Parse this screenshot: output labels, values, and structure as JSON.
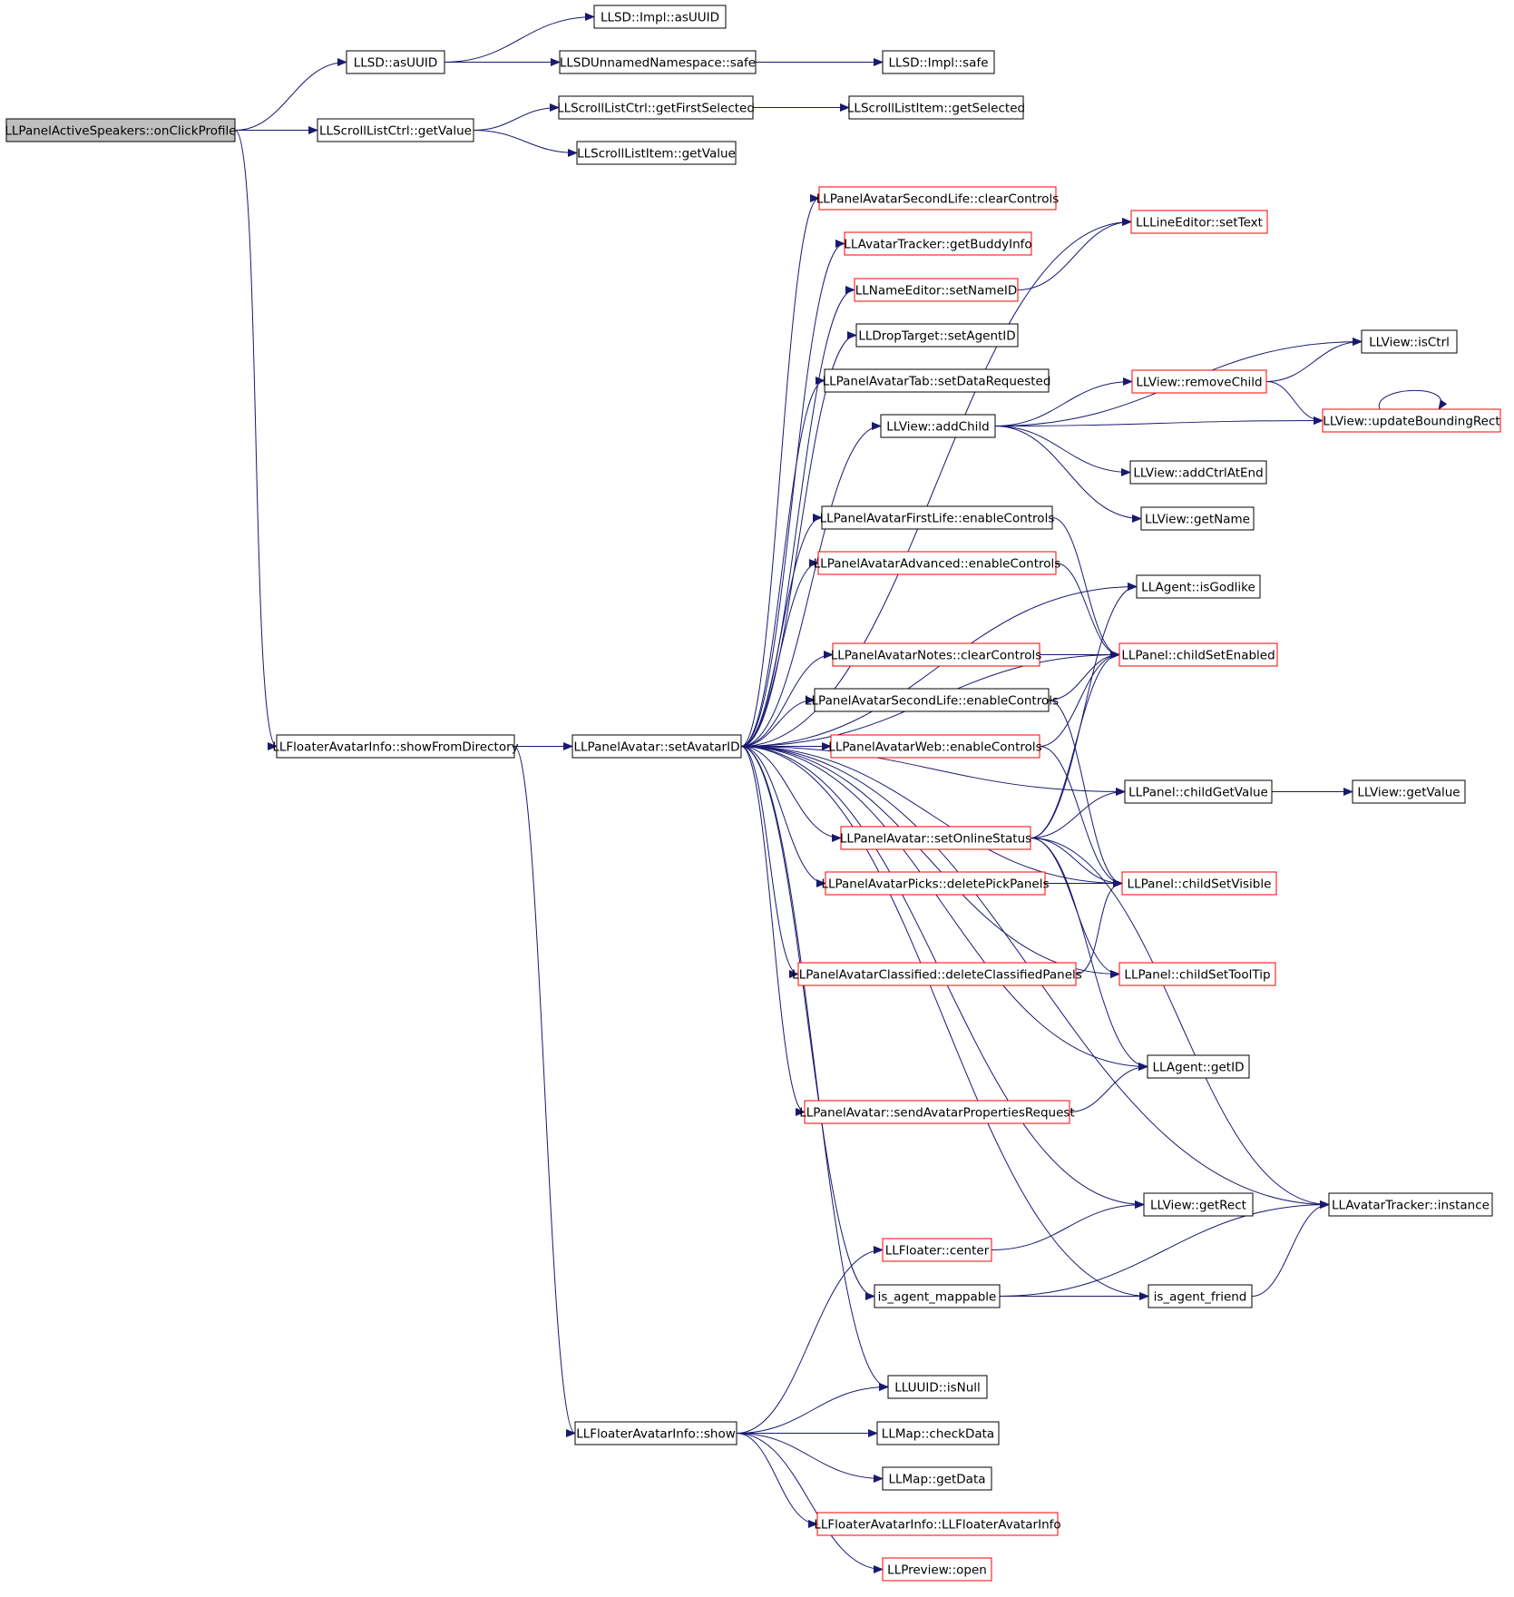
{
  "colors": {
    "edge": "#191970",
    "root_fill": "#bfbfbf",
    "plain_border": "#000000",
    "truncated_border": "#ff0000",
    "background": "#ffffff"
  },
  "nodes": {
    "root": {
      "label": "LLPanelActiveSpeakers::onClickProfile",
      "style": "root"
    },
    "asUUID": {
      "label": "LLSD::asUUID",
      "style": "plain"
    },
    "implAsUUID": {
      "label": "LLSD::Impl::asUUID",
      "style": "plain"
    },
    "unnamedSafe": {
      "label": "LLSDUnnamedNamespace::safe",
      "style": "plain"
    },
    "implSafe": {
      "label": "LLSD::Impl::safe",
      "style": "plain"
    },
    "scrollGetValue": {
      "label": "LLScrollListCtrl::getValue",
      "style": "plain"
    },
    "getFirstSelected": {
      "label": "LLScrollListCtrl::getFirstSelected",
      "style": "plain"
    },
    "itemGetSelected": {
      "label": "LLScrollListItem::getSelected",
      "style": "plain"
    },
    "itemGetValue": {
      "label": "LLScrollListItem::getValue",
      "style": "plain"
    },
    "showFromDirectory": {
      "label": "LLFloaterAvatarInfo::showFromDirectory",
      "style": "plain"
    },
    "setAvatarID": {
      "label": "LLPanelAvatar::setAvatarID",
      "style": "plain"
    },
    "slClearControls": {
      "label": "LLPanelAvatarSecondLife::clearControls",
      "style": "truncated"
    },
    "getBuddyInfo": {
      "label": "LLAvatarTracker::getBuddyInfo",
      "style": "truncated"
    },
    "setNameID": {
      "label": "LLNameEditor::setNameID",
      "style": "truncated"
    },
    "setAgentID": {
      "label": "LLDropTarget::setAgentID",
      "style": "plain"
    },
    "setDataRequested": {
      "label": "LLPanelAvatarTab::setDataRequested",
      "style": "plain"
    },
    "addChild": {
      "label": "LLView::addChild",
      "style": "plain"
    },
    "flEnableControls": {
      "label": "LLPanelAvatarFirstLife::enableControls",
      "style": "plain"
    },
    "advEnableControls": {
      "label": "LLPanelAvatarAdvanced::enableControls",
      "style": "truncated"
    },
    "notesClearControls": {
      "label": "LLPanelAvatarNotes::clearControls",
      "style": "truncated"
    },
    "slEnableControls": {
      "label": "LLPanelAvatarSecondLife::enableControls",
      "style": "plain"
    },
    "webEnableControls": {
      "label": "LLPanelAvatarWeb::enableControls",
      "style": "truncated"
    },
    "setOnlineStatus": {
      "label": "LLPanelAvatar::setOnlineStatus",
      "style": "truncated"
    },
    "deletePickPanels": {
      "label": "LLPanelAvatarPicks::deletePickPanels",
      "style": "truncated"
    },
    "deleteClassifiedPanels": {
      "label": "LLPanelAvatarClassified::deleteClassifiedPanels",
      "style": "truncated"
    },
    "sendAvatarPropertiesRequest": {
      "label": "LLPanelAvatar::sendAvatarPropertiesRequest",
      "style": "truncated"
    },
    "floaterCenter": {
      "label": "LLFloater::center",
      "style": "truncated"
    },
    "isAgentMappable": {
      "label": "is_agent_mappable",
      "style": "plain"
    },
    "uuidIsNull": {
      "label": "LLUUID::isNull",
      "style": "plain"
    },
    "floaterShow": {
      "label": "LLFloaterAvatarInfo::show",
      "style": "plain"
    },
    "mapCheckData": {
      "label": "LLMap::checkData",
      "style": "plain"
    },
    "mapGetData": {
      "label": "LLMap::getData",
      "style": "plain"
    },
    "floaterCtor": {
      "label": "LLFloaterAvatarInfo::LLFloaterAvatarInfo",
      "style": "truncated"
    },
    "previewOpen": {
      "label": "LLPreview::open",
      "style": "truncated"
    },
    "lineSetText": {
      "label": "LLLineEditor::setText",
      "style": "truncated"
    },
    "viewIsCtrl": {
      "label": "LLView::isCtrl",
      "style": "plain"
    },
    "removeChild": {
      "label": "LLView::removeChild",
      "style": "truncated"
    },
    "updateBoundingRect": {
      "label": "LLView::updateBoundingRect",
      "style": "truncated"
    },
    "addCtrlAtEnd": {
      "label": "LLView::addCtrlAtEnd",
      "style": "plain"
    },
    "viewGetName": {
      "label": "LLView::getName",
      "style": "plain"
    },
    "isGodlike": {
      "label": "LLAgent::isGodlike",
      "style": "plain"
    },
    "childSetEnabled": {
      "label": "LLPanel::childSetEnabled",
      "style": "truncated"
    },
    "childGetValue": {
      "label": "LLPanel::childGetValue",
      "style": "plain"
    },
    "viewGetValue": {
      "label": "LLView::getValue",
      "style": "plain"
    },
    "childSetVisible": {
      "label": "LLPanel::childSetVisible",
      "style": "truncated"
    },
    "childSetToolTip": {
      "label": "LLPanel::childSetToolTip",
      "style": "truncated"
    },
    "agentGetID": {
      "label": "LLAgent::getID",
      "style": "plain"
    },
    "viewGetRect": {
      "label": "LLView::getRect",
      "style": "plain"
    },
    "trackerInstance": {
      "label": "LLAvatarTracker::instance",
      "style": "plain"
    },
    "isAgentFriend": {
      "label": "is_agent_friend",
      "style": "plain"
    }
  }
}
